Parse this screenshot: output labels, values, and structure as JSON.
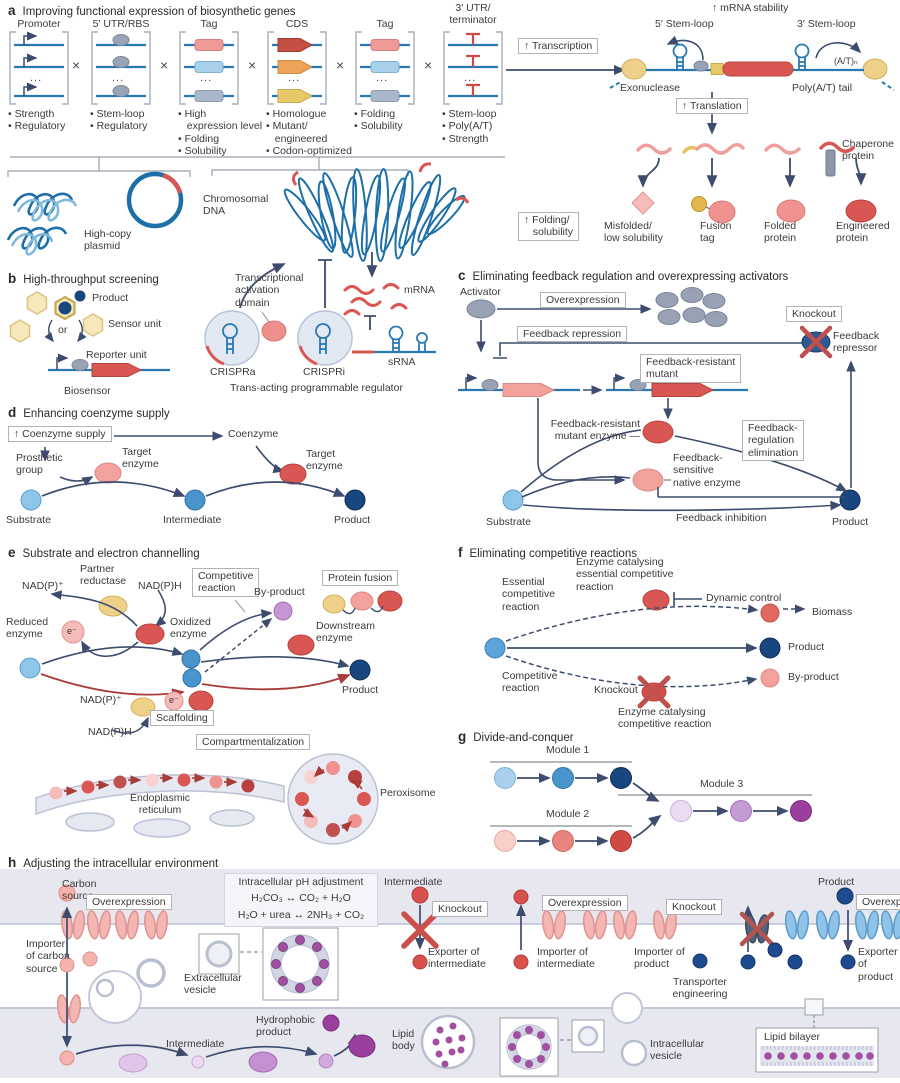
{
  "panels": {
    "a": {
      "letter": "a",
      "title": "Improving functional expression of biosynthetic genes",
      "times": "×",
      "dots": "...",
      "groups": [
        {
          "label": "Promoter",
          "bullets": "• Strength\n• Regulatory"
        },
        {
          "label": "5′ UTR/RBS",
          "bullets": "• Stem-loop\n• Regulatory"
        },
        {
          "label": "Tag",
          "bullets": "• High\n   expression level\n• Folding\n• Solubility"
        },
        {
          "label": "CDS",
          "bullets": "• Homologue\n• Mutant/\n   engineered\n• Codon-optimized"
        },
        {
          "label": "Tag",
          "bullets": "• Folding\n• Solubility"
        },
        {
          "label": "3′ UTR/\nterminator",
          "bullets": "• Stem-loop\n• Poly(A/T)\n• Strength"
        }
      ],
      "transcription": "↑ Transcription",
      "mrna_stability": "↑ mRNA stability",
      "stem5": "5′ Stem-loop",
      "stem3": "3′ Stem-loop",
      "exonuclease": "Exonuclease",
      "at_n": "(A/T)ₙ",
      "polyat": "Poly(A/T) tail",
      "translation": "↑ Translation",
      "folding_box": "↑ Folding/\n   solubility",
      "chaperone": "Chaperone\nprotein",
      "misfolded": "Misfolded/\nlow solubility",
      "fusion_tag": "Fusion\ntag",
      "folded": "Folded\nprotein",
      "engineered": "Engineered\nprotein",
      "high_copy": "High-copy\nplasmid",
      "chromosomal": "Chromosomal\nDNA",
      "tad": "Transcriptional\nactivation\ndomain",
      "crispra": "CRISPRa",
      "crispri": "CRISPRi",
      "mrna": "mRNA",
      "srna": "sRNA",
      "trans_acting": "Trans-acting programmable regulator"
    },
    "b": {
      "letter": "b",
      "title": "High-throughput screening",
      "product": "Product",
      "or": "or",
      "sensor": "Sensor unit",
      "reporter": "Reporter unit",
      "biosensor": "Biosensor"
    },
    "c": {
      "letter": "c",
      "title": "Eliminating feedback regulation and overexpressing activators",
      "activator": "Activator",
      "overexpression": "Overexpression",
      "feedback_repression": "Feedback repression",
      "knockout": "Knockout",
      "repressor": "Feedback\nrepressor",
      "mutant_box": "Feedback-resistant\nmutant",
      "mutant_enzyme": "Feedback-resistant\nmutant enzyme —",
      "elimination": "Feedback-\nregulation\nelimination",
      "native": "Feedback-\nsensitive\nnative enzyme",
      "substrate": "Substrate",
      "inhibition": "Feedback inhibition",
      "product": "Product"
    },
    "d": {
      "letter": "d",
      "title": "Enhancing coenzyme supply",
      "coenzyme_supply": "↑ Coenzyme supply",
      "coenzyme": "Coenzyme",
      "prosthetic": "Prosthetic\ngroup",
      "target": "Target\nenzyme",
      "substrate": "Substrate",
      "intermediate": "Intermediate",
      "product": "Product"
    },
    "e": {
      "letter": "e",
      "title": "Substrate and electron channelling",
      "partner": "Partner\nreductase",
      "nadp": "NAD(P)⁺",
      "nadph": "NAD(P)H",
      "reduced": "Reduced\nenzyme",
      "oxidized": "Oxidized\nenzyme",
      "electron": "e⁻",
      "competitive_box": "Competitive\nreaction",
      "byproduct": "By-product",
      "protein_fusion": "Protein fusion",
      "downstream": "Downstream\nenzyme",
      "product": "Product",
      "scaffolding": "Scaffolding",
      "compartmentalization": "Compartmentalization",
      "er": "Endoplasmic\nreticulum",
      "peroxisome": "Peroxisome"
    },
    "f": {
      "letter": "f",
      "title": "Eliminating competitive reactions",
      "enzyme_essential": "Enzyme catalysing\nessential competitive\nreaction",
      "essential": "Essential\ncompetitive\nreaction",
      "dynamic": "Dynamic control",
      "biomass": "Biomass",
      "product": "Product",
      "competitive": "Competitive\nreaction",
      "knockout": "Knockout",
      "enzyme_comp": "Enzyme catalysing\ncompetitive reaction",
      "byproduct": "By-product"
    },
    "g": {
      "letter": "g",
      "title": "Divide-and-conquer",
      "module1": "Module 1",
      "module2": "Module 2",
      "module3": "Module 3"
    },
    "h": {
      "letter": "h",
      "title": "Adjusting the intracellular environment",
      "carbon": "Carbon\nsource",
      "overexpression": "Overexpression",
      "importer_carbon": "Importer\nof carbon\nsource",
      "ph_title": "Intracellular pH adjustment",
      "eq1": "H₂CO₃ ↔ CO₂ + H₂O",
      "eq2": "H₂O + urea ↔ 2NH₃ + CO₂",
      "intermediate": "Intermediate",
      "knockout": "Knockout",
      "exporter_intermediate": "Exporter of\nintermediate",
      "importer_intermediate": "Importer of\nintermediate",
      "importer_product": "Importer of\nproduct",
      "product": "Product",
      "exporter_product": "Exporter of\nproduct",
      "transporter_eng": "Transporter\nengineering",
      "extracellular_vesicle": "Extracellular\nvesicle",
      "hydrophobic": "Hydrophobic\nproduct",
      "intermediate2": "Intermediate",
      "lipid_body": "Lipid\nbody",
      "intracellular_vesicle": "Intracellular\nvesicle",
      "lipid_bilayer": "Lipid bilayer"
    }
  },
  "colors": {
    "gene_line_blue": "#2878b4",
    "arrow_navy": "#3d4c6e",
    "arrow_red": "#a83c38",
    "enzyme_red": "#d95752",
    "enzyme_pink": "#f2a19d",
    "product_navy": "#17477e",
    "substrate_blue": "#8ec6ea",
    "purple": "#9a3f9e",
    "yellow": "#eed089",
    "gray_band": "#e7e7f0"
  }
}
